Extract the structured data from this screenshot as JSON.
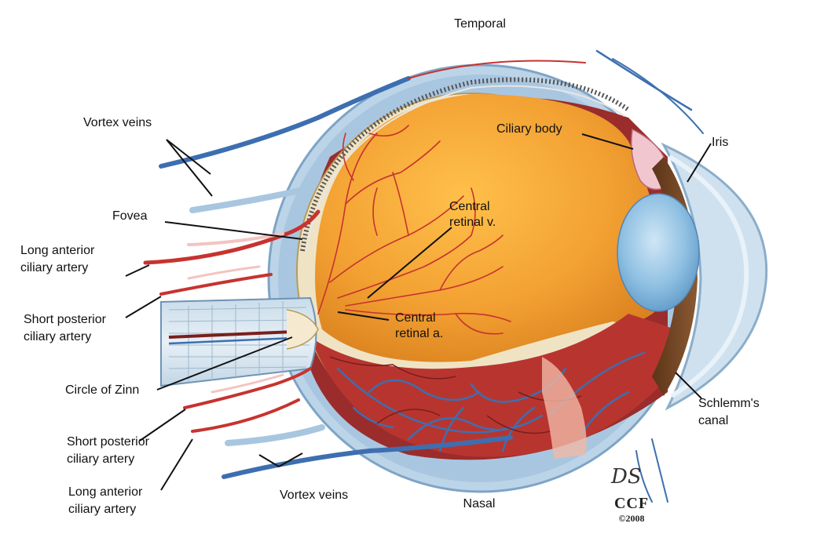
{
  "labels": {
    "temporal": "Temporal",
    "nasal": "Nasal",
    "vortex_veins_top": "Vortex veins",
    "vortex_veins_bottom": "Vortex veins",
    "fovea": "Fovea",
    "long_anterior_top": "Long anterior\nciliary artery",
    "short_posterior_top": "Short posterior\nciliary artery",
    "circle_of_zinn": "Circle of Zinn",
    "short_posterior_bottom": "Short posterior\nciliary artery",
    "long_anterior_bottom": "Long anterior\nciliary artery",
    "central_retinal_v": "Central\nretinal v.",
    "central_retinal_a": "Central\nretinal a.",
    "ciliary_body": "Ciliary body",
    "iris": "Iris",
    "schlemms_canal": "Schlemm's\ncanal"
  },
  "credit": {
    "signature": "DS",
    "organization": "CCF",
    "copyright": "©2008"
  },
  "colors": {
    "sclera": "#a9c6e0",
    "choroid": "#9a2c2c",
    "vitreous": "#f3a63a",
    "artery": "#c7332f",
    "vein": "#3d6fb0",
    "iris": "#7a4a2a",
    "lens": "#7fb3d8",
    "leader_line": "#111111"
  }
}
